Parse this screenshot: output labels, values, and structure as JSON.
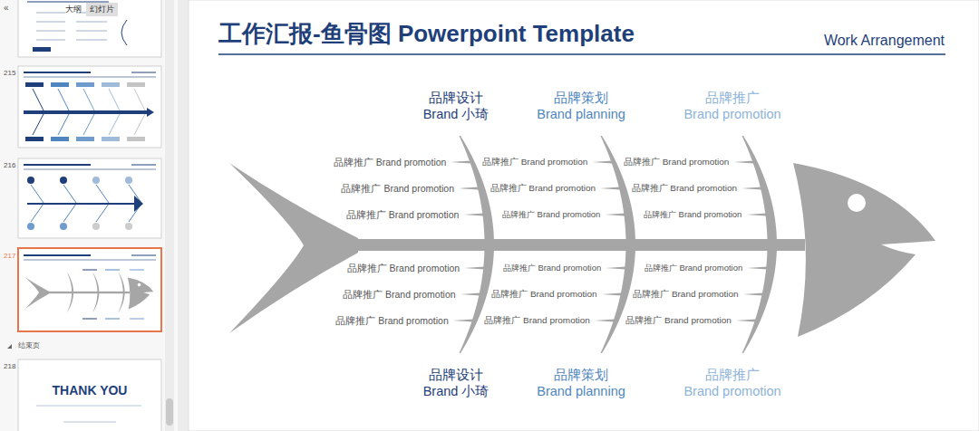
{
  "diagram": {
    "title": "工作汇报-鱼骨图 Powerpoint Template",
    "nodes": [
      {
        "text": [
          "大纲"
        ]
      },
      {
        "text": [
          "幻灯片"
        ]
      },
      {
        "text": [
          "THANK YOU"
        ]
      }
    ],
    "labels": [
      "«",
      "215",
      "216",
      "217",
      "结束页",
      "218",
      "Work Arrangement",
      "品牌设计",
      "Brand 小琦",
      "品牌策划",
      "Brand planning",
      "品牌推广",
      "Brand promotion",
      "品牌推广 Brand promotion",
      "品牌推广 Brand promotion",
      "品牌推广 Brand promotion",
      "品牌推广 Brand promotion",
      "品牌推广 Brand promotion",
      "品牌推广 Brand promotion",
      "品牌推广 Brand promotion",
      "品牌推广 Brand promotion",
      "品牌推广 Brand promotion",
      "品牌推广 Brand promotion",
      "品牌推广 Brand promotion",
      "品牌推广 Brand promotion",
      "品牌推广 Brand promotion",
      "品牌推广 Brand promotion",
      "品牌推广 Brand promotion",
      "品牌推广 Brand promotion",
      "品牌推广 Brand promotion",
      "品牌推广 Brand promotion",
      "品牌设计",
      "Brand 小琦",
      "品牌策划",
      "Brand planning",
      "品牌推广",
      "Brand promotion"
    ]
  }
}
